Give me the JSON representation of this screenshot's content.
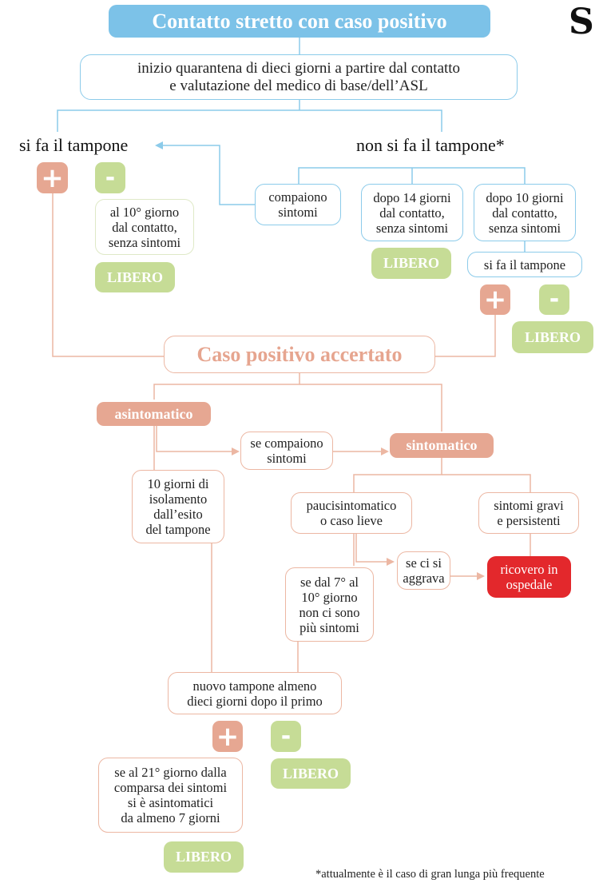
{
  "logo": {
    "glyph": "S",
    "name": "publisher-logo"
  },
  "title": "Contatto stretto con caso positivo",
  "quarantine": {
    "line1": "inizio quarantena di dieci giorni a partire dal contatto",
    "line2": "e valutazione del medico di base/dell’ASL"
  },
  "branches": {
    "left": "si fa il tampone",
    "right": "non si fa il tampone*"
  },
  "left_branch": {
    "positive_symbol": "+",
    "negative_symbol": "-",
    "negative_condition": [
      "al 10° giorno",
      "dal contatto,",
      "senza sintomi"
    ],
    "outcome": "LIBERO"
  },
  "right_branch": {
    "option_symptoms": [
      "compaiono",
      "sintomi"
    ],
    "option_14": [
      "dopo 14 giorni",
      "dal contatto,",
      "senza sintomi"
    ],
    "option_14_outcome": "LIBERO",
    "option_10": [
      "dopo 10 giorni",
      "dal contatto,",
      "senza sintomi"
    ],
    "option_10_test": "si fa il tampone",
    "positive_symbol": "+",
    "negative_symbol": "-",
    "negative_outcome": "LIBERO"
  },
  "confirmed": {
    "title": "Caso positivo accertato",
    "asymptomatic": "asintomatico",
    "symptoms_appear": [
      "se compaiono",
      "sintomi"
    ],
    "symptomatic": "sintomatico",
    "isolation": [
      "10 giorni di",
      "isolamento",
      "dall’esito",
      "del tampone"
    ],
    "mild": [
      "paucisintomatico",
      "o caso lieve"
    ],
    "severe": [
      "sintomi gravi",
      "e persistenti"
    ],
    "worsens": [
      "se ci si",
      "aggrava"
    ],
    "hospital": [
      "ricovero in",
      "ospedale"
    ],
    "no_symptoms": [
      "se dal 7° al",
      "10° giorno",
      "non ci sono",
      "più sintomi"
    ],
    "new_test": [
      "nuovo tampone almeno",
      "dieci giorni dopo il primo"
    ],
    "positive_symbol": "+",
    "negative_symbol": "-",
    "negative_outcome": "LIBERO",
    "day21": [
      "se al 21° giorno dalla",
      "comparsa dei sintomi",
      "si è asintomatici",
      "da almeno 7 giorni"
    ],
    "final_outcome": "LIBERO"
  },
  "footnote": "*attualmente è il caso di gran lunga più frequente",
  "colors": {
    "blue": "#7cc2e8",
    "blue_line": "#8ccbea",
    "salmon": "#e6a792",
    "salmon_line": "#ecb7a3",
    "green": "#c6dc96",
    "red": "#e3282c"
  }
}
